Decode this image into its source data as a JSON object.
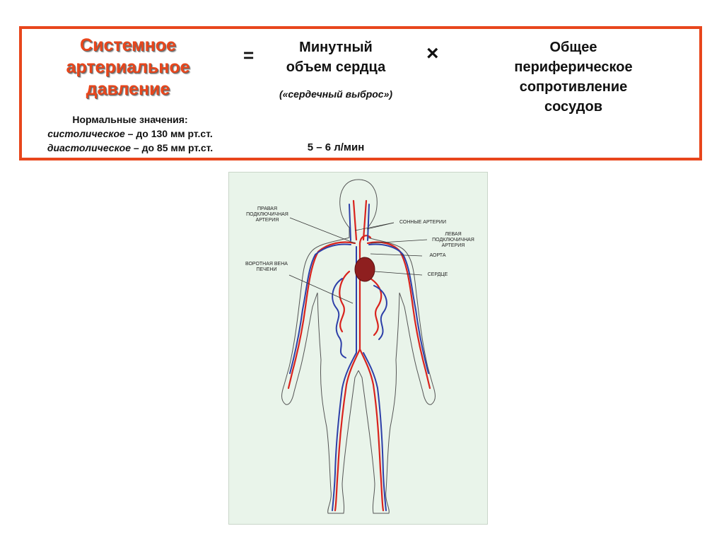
{
  "formula": {
    "bp_lines": [
      "Системное",
      "артериальное",
      "давление"
    ],
    "equals": "=",
    "mov_lines": [
      "Минутный",
      "объем сердца"
    ],
    "mov_note": "(«сердечный выброс»)",
    "mov_value": "5 – 6 л/мин",
    "times": "×",
    "opss_lines": [
      "Общее",
      "периферическое",
      "сопротивление",
      "сосудов"
    ]
  },
  "norms": {
    "heading": "Нормальные значения:",
    "systolic_term": "систолическое",
    "systolic_rest": " – до 130 мм рт.ст.",
    "diastolic_term": "диастолическое",
    "diastolic_rest": " – до 85 мм рт.ст."
  },
  "anatomy_labels": {
    "right_subclavian": [
      "ПРАВАЯ",
      "ПОДКЛЮЧИЧНАЯ",
      "АРТЕРИЯ"
    ],
    "carotid": [
      "СОННЫЕ АРТЕРИИ"
    ],
    "left_subclavian": [
      "ЛЕВАЯ",
      "ПОДКЛЮЧИЧНАЯ",
      "АРТЕРИЯ"
    ],
    "aorta": [
      "АОРТА"
    ],
    "portal_vein": [
      "ВОРОТНАЯ ВЕНА",
      "ПЕЧЕНИ"
    ],
    "heart": [
      "СЕРДЦЕ"
    ]
  },
  "colors": {
    "accent": "#e8461c",
    "artery": "#d9231d",
    "vein": "#2d3fa8",
    "panel_bg": "#e9f4ea"
  }
}
